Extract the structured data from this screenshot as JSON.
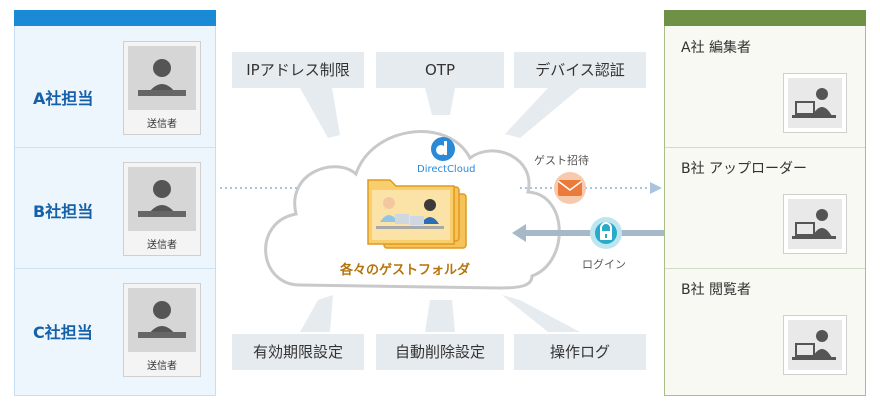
{
  "left_panel": {
    "rows": [
      {
        "label": "A社担当",
        "card_caption": "送信者"
      },
      {
        "label": "B社担当",
        "card_caption": "送信者"
      },
      {
        "label": "C社担当",
        "card_caption": "送信者"
      }
    ]
  },
  "right_panel": {
    "rows": [
      {
        "label": "A社 編集者"
      },
      {
        "label": "B社 アップローダー"
      },
      {
        "label": "B社 閲覧者"
      }
    ]
  },
  "features_top": [
    "IPアドレス制限",
    "OTP",
    "デバイス認証"
  ],
  "features_bottom": [
    "有効期限設定",
    "自動削除設定",
    "操作ログ"
  ],
  "cloud": {
    "brand": "DirectCloud",
    "folder_label": "各々のゲストフォルダ"
  },
  "arrows": {
    "invite_label": "ゲスト招待",
    "login_label": "ログイン"
  },
  "colors": {
    "left_accent": "#1a8ad6",
    "right_accent": "#6e9146",
    "folder": "#f5b53a",
    "mail_icon": "#ec7a3a",
    "lock_icon": "#2aa9c8"
  },
  "icons": [
    "person-icon",
    "laptop-user-icon",
    "cloud-icon",
    "folder-icon",
    "mail-icon",
    "lock-icon",
    "directcloud-logo-icon"
  ]
}
